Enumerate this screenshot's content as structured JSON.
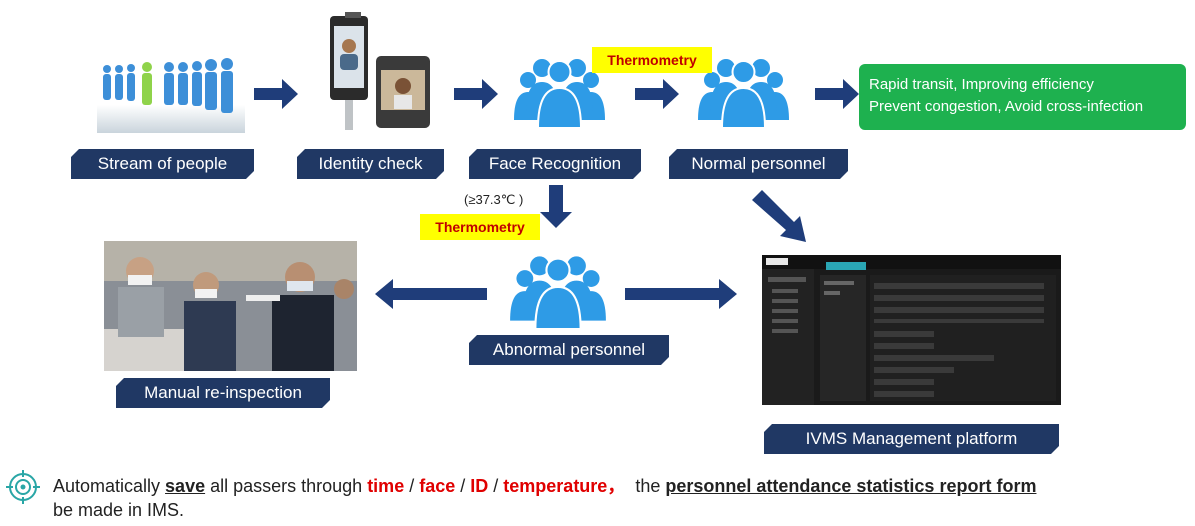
{
  "nodes": {
    "stream": "Stream of people",
    "identity": "Identity check",
    "face": "Face Recognition",
    "normal": "Normal personnel",
    "abnormal": "Abnormal personnel",
    "manual": "Manual re-inspection",
    "ivms": "IVMS Management platform"
  },
  "thermometry_label": "Thermometry",
  "threshold": "(≥37.3℃ )",
  "benefits": {
    "line1": "Rapid transit, Improving efficiency",
    "line2": "Prevent congestion, Avoid cross-infection"
  },
  "footer": {
    "p1": "Automatically ",
    "save": "save",
    "p2": " all passers through ",
    "time": "time",
    "sep1": " / ",
    "face": "face",
    "sep2": " / ",
    "id": "ID",
    "sep3": " / ",
    "temperature": "temperature",
    "comma": "，",
    "p3": "  the ",
    "report": "personnel attendance statistics report form",
    "p4": " be made in IMS."
  },
  "colors": {
    "label_bg": "#203864",
    "arrow": "#1f3d7a",
    "people_icon": "#2e9be6",
    "highlight": "#ffff00",
    "emphasis_red": "#e00000",
    "benefit_green": "#1eb14f"
  }
}
